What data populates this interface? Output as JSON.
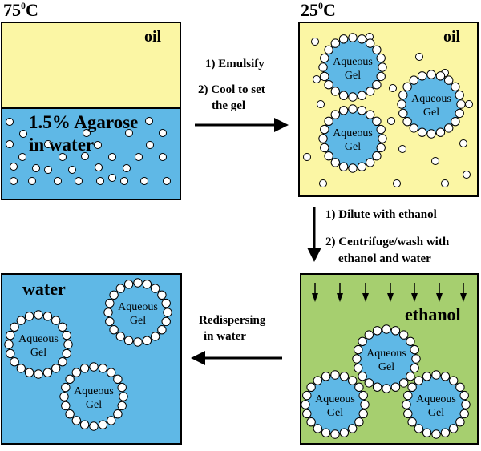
{
  "colors": {
    "oil": "#FBF6A4",
    "water": "#5FB8E6",
    "ethanol": "#A6CF6F",
    "gel": "#5FB8E6",
    "bead": "#FFFFFF",
    "outline": "#000000"
  },
  "panel_top_left": {
    "temperature": "75",
    "temp_unit_sup": "0",
    "temp_unit": "C",
    "oil_label": "oil",
    "water_label_line1": "1.5% Agarose",
    "water_label_line2": "in water"
  },
  "panel_top_right": {
    "temperature": "25",
    "temp_unit_sup": "0",
    "temp_unit": "C",
    "oil_label": "oil",
    "gel_line1": "Aqueous",
    "gel_line2": "Gel"
  },
  "panel_bottom_right": {
    "ethanol_label": "ethanol",
    "gel_line1": "Aqueous",
    "gel_line2": "Gel"
  },
  "panel_bottom_left": {
    "water_label": "water",
    "gel_line1": "Aqueous",
    "gel_line2": "Gel"
  },
  "step1": {
    "line1": "1) Emulsify",
    "line2": "2) Cool to set",
    "line3": "the gel"
  },
  "step2": {
    "line1": "1) Dilute with ethanol",
    "line2": "2) Centrifuge/wash with",
    "line3": "ethanol and water"
  },
  "step3": {
    "line1": "Redispersing",
    "line2": "in water"
  }
}
